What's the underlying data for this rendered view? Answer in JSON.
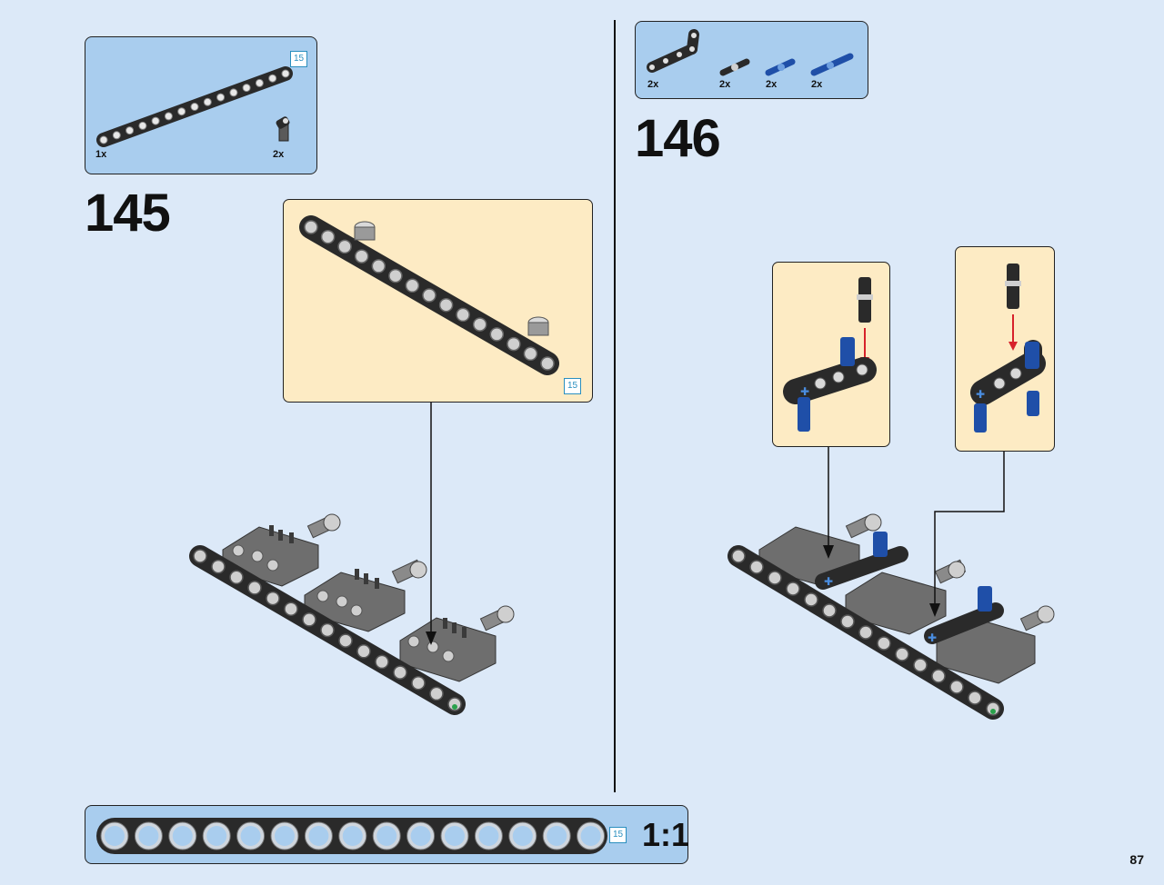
{
  "page_number": "87",
  "steps": [
    {
      "number": "145",
      "parts": [
        {
          "qty": "1x",
          "name": "black-15-hole-beam"
        },
        {
          "qty": "2x",
          "name": "black-pin-connector"
        }
      ],
      "beam_length_tag": "15",
      "detail_length_tag": "15"
    },
    {
      "number": "146",
      "parts": [
        {
          "qty": "2x",
          "name": "black-l-beam"
        },
        {
          "qty": "2x",
          "name": "black-friction-pin"
        },
        {
          "qty": "2x",
          "name": "blue-axle-pin"
        },
        {
          "qty": "2x",
          "name": "blue-long-pin"
        }
      ]
    }
  ],
  "ruler": {
    "length_tag": "15",
    "scale": "1:1",
    "hole_count": 15
  },
  "colors": {
    "page_bg": "#dce9f8",
    "parts_box": "#a9cdee",
    "detail_box": "#fdebc4",
    "beam_black": "#2a2a2a",
    "technic_blue": "#1f4fa8",
    "gray_part": "#6e6e6e",
    "arrow_red": "#d7222b"
  }
}
